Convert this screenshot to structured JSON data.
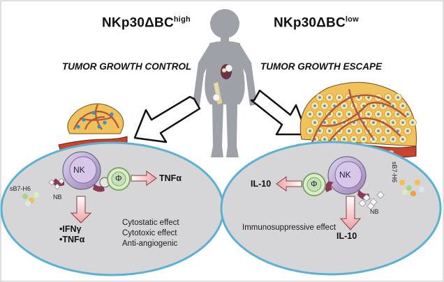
{
  "left": {
    "title_main": "NKp30ΔBC",
    "title_sup": "high",
    "phase": "TUMOR GROWTH CONTROL",
    "nk_label": "NK",
    "macrophage_label": "Φ",
    "nb_label": "NB",
    "soluble_label": "sB7-H6",
    "secreted_right": "TNFα",
    "secreted_down": [
      "•IFNγ",
      "•TNFα"
    ],
    "effects": [
      "Cytostatic effect",
      "Cytotoxic effect",
      "Anti-angiogenic"
    ]
  },
  "right": {
    "title_main": "NKp30ΔBC",
    "title_sup": "low",
    "phase": "TUMOR GROWTH ESCAPE",
    "nk_label": "NK",
    "macrophage_label": "Φ",
    "nb_label": "NB",
    "soluble_label": "sB7-H6",
    "secreted_left": "IL-10",
    "secreted_down": "IL-10",
    "effect": "Immunosuppressive effect"
  },
  "colors": {
    "ellipse_fill": "#d6d6d8",
    "ellipse_stroke": "#5ab2d2",
    "nk_cell": "#8d6fa6",
    "macrophage": "#a6c98a",
    "tumor_cell": "#f0c25c",
    "vessel": "#c9442c",
    "arrow_fill": "#f3b8b8"
  }
}
